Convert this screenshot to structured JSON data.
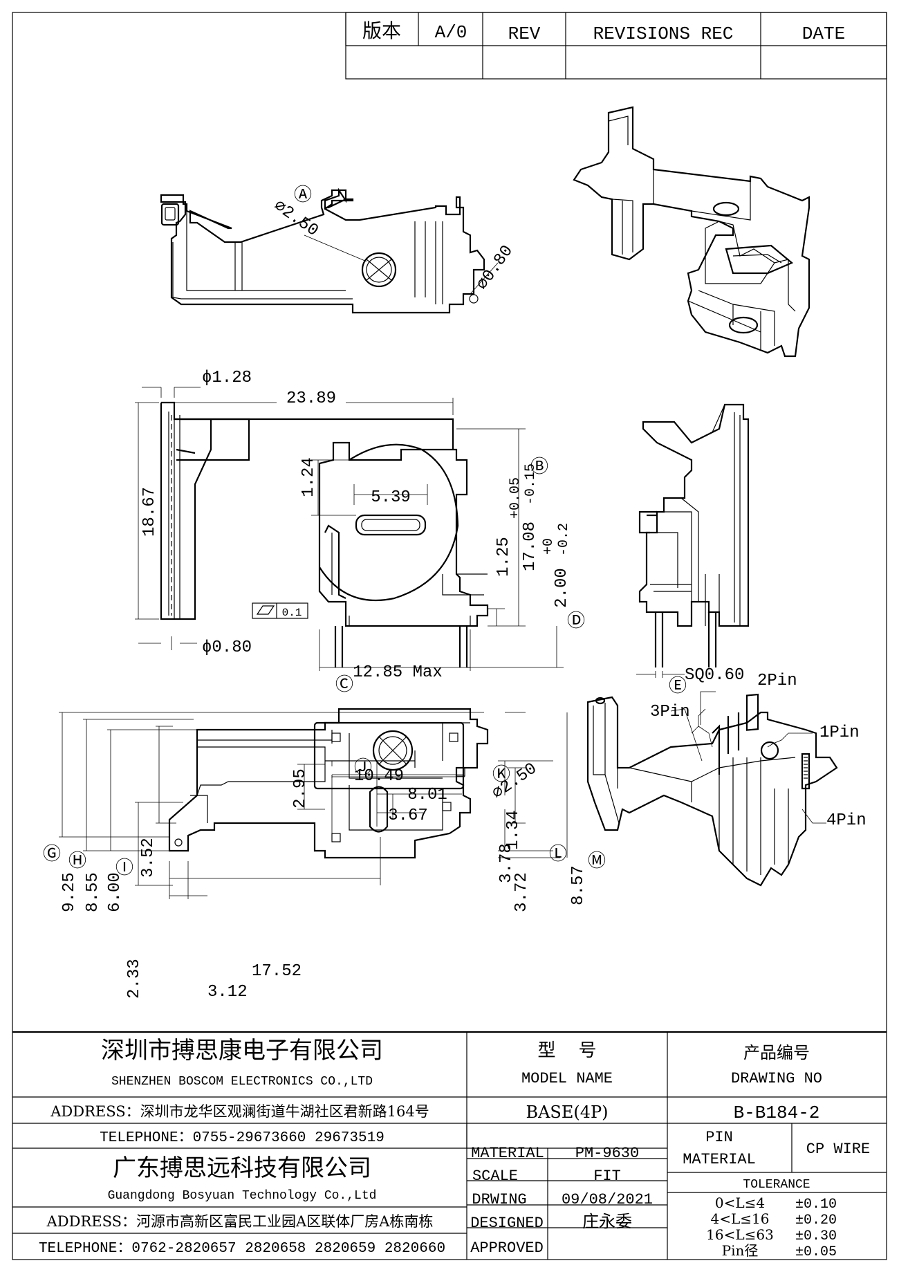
{
  "revision_block": {
    "version_label": "版本",
    "version_value": "A/0",
    "rev_header": "REV",
    "revisions_header": "REVISIONS REC",
    "date_header": "DATE"
  },
  "dimensions": {
    "top_view": {
      "circle_callout": "Ⓐ",
      "dia_hole": "⌀2.50",
      "dia_small": "⌀0.80"
    },
    "front_view": {
      "phi_top": "ϕ1.28",
      "width": "23.89",
      "height_left": "18.67",
      "slot_offset": "1.24",
      "slot_width": "5.39",
      "height_main": "17.08",
      "height_main_tol_plus": "+0.05",
      "height_main_tol_minus": "-0.15",
      "step": "1.25",
      "pin_len": "2.00",
      "pin_len_tol_plus": "+0",
      "pin_len_tol_minus": "-0.2",
      "phi_bottom": "ϕ0.80",
      "depth": "12.85 Max",
      "flatness": "0.1",
      "callout_b": "Ⓑ",
      "callout_c": "Ⓒ",
      "callout_d": "Ⓓ"
    },
    "side_view": {
      "sq": "SQ0.60",
      "callout_e": "Ⓔ"
    },
    "bottom_view": {
      "d_10_49": "10.49",
      "d_8_01": "8.01",
      "d_3_67": "3.67",
      "d_2_95": "2.95",
      "dia_hole": "⌀2.50",
      "d_1_34": "1.34",
      "d_3_78": "3.78",
      "d_3_72": "3.72",
      "d_8_57": "8.57",
      "d_9_25": "9.25",
      "d_8_55": "8.55",
      "d_6_00": "6.00",
      "d_3_52": "3.52",
      "d_2_33": "2.33",
      "d_17_52": "17.52",
      "d_3_12": "3.12",
      "callout_g": "Ⓖ",
      "callout_h": "Ⓗ",
      "callout_i": "Ⓘ",
      "callout_j": "Ⓙ",
      "callout_k": "Ⓚ",
      "callout_l": "Ⓛ",
      "callout_m": "Ⓜ"
    },
    "pins": {
      "pin1": "1Pin",
      "pin2": "2Pin",
      "pin3": "3Pin",
      "pin4": "4Pin"
    }
  },
  "title_block": {
    "company1_cn": "深圳市搏思康电子有限公司",
    "company1_en": "SHENZHEN BOSCOM ELECTRONICS CO.,LTD",
    "address1": "ADDRESS：深圳市龙华区观澜街道牛湖社区君新路164号",
    "telephone1": "TELEPHONE：0755-29673660 29673519",
    "company2_cn": "广东搏思远科技有限公司",
    "company2_en": "Guangdong Bosyuan Technology Co.,Ltd",
    "address2": "ADDRESS：河源市高新区富民工业园A区联体厂房A栋南栋",
    "telephone2": "TELEPHONE：0762-2820657 2820658 2820659 2820660",
    "model_cn": "型    号",
    "model_en": "MODEL NAME",
    "model_value": "BASE(4P)",
    "drawing_cn": "产品编号",
    "drawing_en": "DRAWING NO",
    "drawing_value": "B-B184-2",
    "material_label": "MATERIAL",
    "material_value": "PM-9630",
    "scale_label": "SCALE",
    "scale_value": "FIT",
    "drawing_label": "DRWING",
    "drawing_date": "09/08/2021",
    "designed_label": "DESIGNED",
    "designed_value": "庄永委",
    "approved_label": "APPROVED",
    "pin_label": "PIN",
    "pin_material_label": "MATERIAL",
    "pin_material_value": "CP WIRE",
    "tolerance_label": "TOLERANCE",
    "tolerances": [
      {
        "range": "0<L≤4",
        "value": "±0.10"
      },
      {
        "range": "4<L≤16",
        "value": "±0.20"
      },
      {
        "range": "16<L≤63",
        "value": "±0.30"
      },
      {
        "range": "Pin径",
        "value": "±0.05"
      }
    ]
  }
}
